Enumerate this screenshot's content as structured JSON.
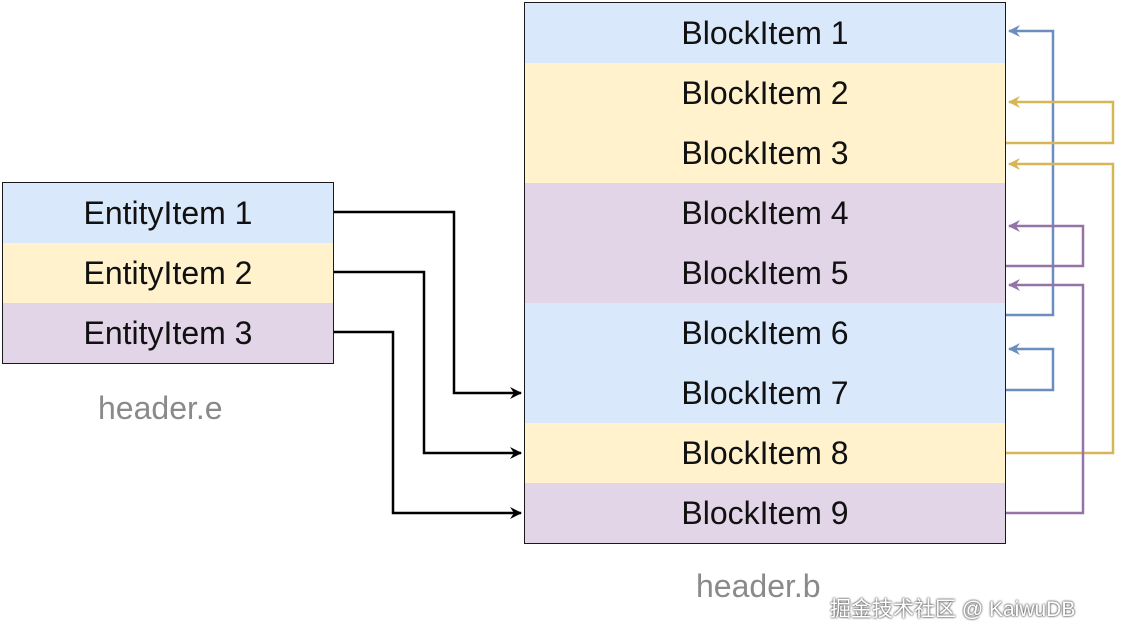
{
  "colors": {
    "blue_fill": "#dae8fc",
    "yellow_fill": "#fff2cc",
    "purple_fill": "#e1d5e7",
    "blue_line": "#6c8ebf",
    "yellow_line": "#d6b656",
    "purple_line": "#9673a6",
    "black_line": "#000000"
  },
  "entity": {
    "caption": "header.e",
    "items": [
      "EntityItem 1",
      "EntityItem 2",
      "EntityItem 3"
    ]
  },
  "block": {
    "caption": "header.b",
    "items": [
      "BlockItem 1",
      "BlockItem 2",
      "BlockItem 3",
      "BlockItem 4",
      "BlockItem 5",
      "BlockItem 6",
      "BlockItem 7",
      "BlockItem 8",
      "BlockItem 9"
    ]
  },
  "watermark": "掘金技术社区 @ KaiwuDB"
}
